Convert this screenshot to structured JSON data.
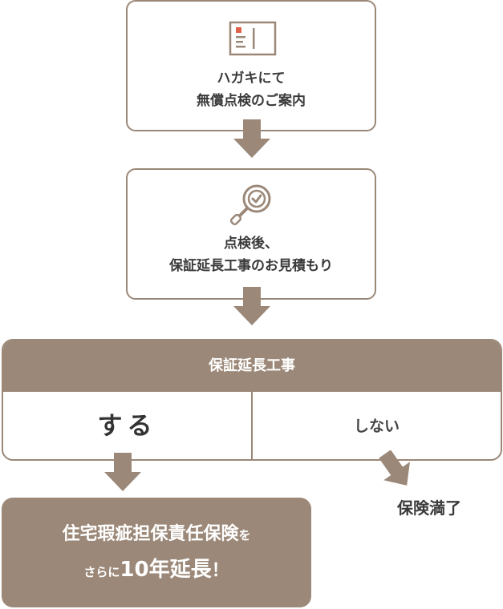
{
  "colors": {
    "accent": "#9b8878",
    "text": "#333333",
    "postcard_red": "#e0604a"
  },
  "step1": {
    "icon": "postcard-icon",
    "line1": "ハガキにて",
    "line2": "無償点検のご案内"
  },
  "step2": {
    "icon": "magnifier-check-icon",
    "line1": "点検後、",
    "line2": "保証延長工事のお見積もり"
  },
  "choice": {
    "header": "保証延長工事",
    "yes": "する",
    "no": "しない"
  },
  "result": {
    "line1_main": "住宅瑕疵担保責任保険",
    "line1_suffix": "を",
    "line2_prefix": "さらに",
    "line2_main": "10年延長",
    "line2_suffix": "！"
  },
  "expiry": "保険満了"
}
